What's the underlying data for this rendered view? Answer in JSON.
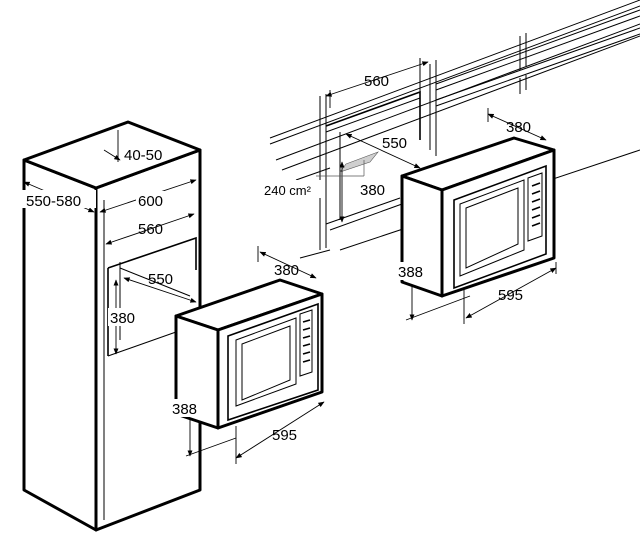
{
  "left_unit": {
    "depth_range": "550-580",
    "top_gap": "40-50",
    "cabinet_width": "600",
    "niche_width": "560",
    "niche_depth": "550",
    "niche_height": "380",
    "oven_depth": "380",
    "oven_height": "388",
    "oven_width": "595"
  },
  "right_unit": {
    "niche_width": "560",
    "niche_depth": "550",
    "niche_height": "380",
    "vent_area": "240 cm²",
    "oven_depth": "380",
    "oven_height": "388",
    "oven_width": "595"
  }
}
